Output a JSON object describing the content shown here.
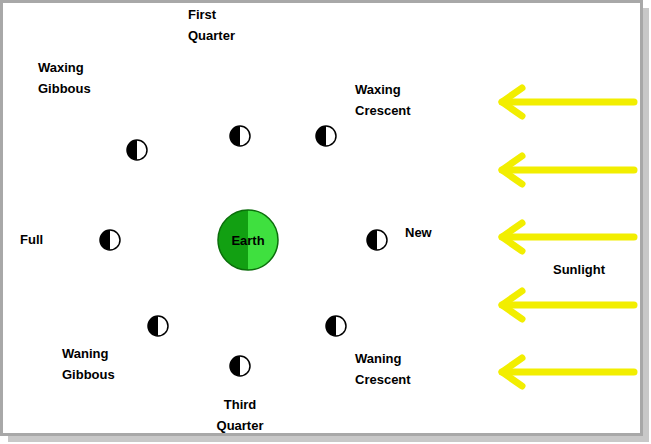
{
  "diagram": {
    "nodes": [
      {
        "text": [
          "Earth"
        ]
      }
    ],
    "labels": [
      "First Quarter",
      "Waxing Gibbous",
      "Waxing Crescent",
      "Full",
      "New",
      "Sunlight",
      "Waning Gibbous",
      "Waning Crescent",
      "Third Quarter"
    ]
  }
}
